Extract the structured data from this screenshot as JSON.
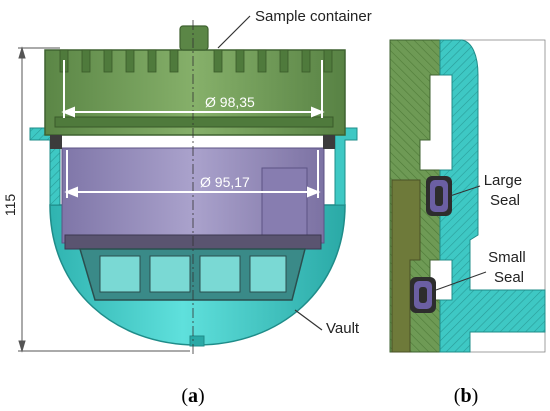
{
  "figure": {
    "panel_a": {
      "callout_sample_container": "Sample container",
      "callout_vault": "Vault",
      "dimension_height": "115",
      "dimension_top_diameter": "Ø 98,35",
      "dimension_inner_diameter": "Ø 95,17",
      "caption_open": "(",
      "caption_letter": "a",
      "caption_close": ")"
    },
    "panel_b": {
      "label_large_seal_line1": "Large",
      "label_large_seal_line2": "Seal",
      "label_small_seal_line1": "Small",
      "label_small_seal_line2": "Seal",
      "caption_open": "(",
      "caption_letter": "b",
      "caption_close": ")"
    },
    "colors": {
      "vault_cyan": "#3ec8c4",
      "container_green": "#6e9a55",
      "inner_purple": "#8f85b5",
      "seal_dark": "#3c3c3c",
      "dimension_line": "#ffffff"
    }
  }
}
